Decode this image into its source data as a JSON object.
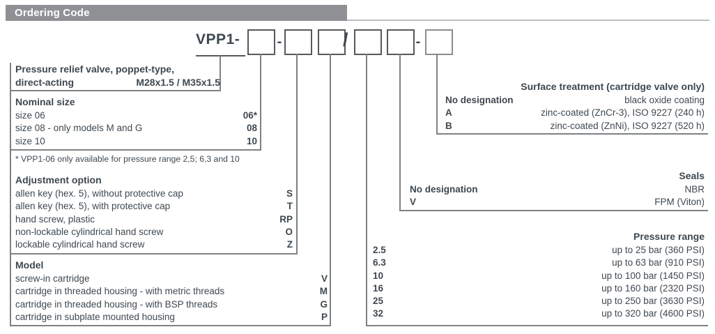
{
  "header": {
    "title": "Ordering Code"
  },
  "code_line": {
    "prefix": "VPP1-",
    "sep_after_box1": "-",
    "slash": "/",
    "sep_after_box5": "-"
  },
  "product": {
    "title_line1": "Pressure relief valve, poppet-type,",
    "title_line2_left": "direct-acting",
    "title_line2_right": "M28x1.5 / M35x1.5"
  },
  "nominal_size": {
    "title": "Nominal size",
    "rows": [
      {
        "label": "size 06",
        "code": "06*"
      },
      {
        "label": "size 08 - only models M and G",
        "code": "08"
      },
      {
        "label": "size 10",
        "code": "10"
      }
    ],
    "footnote": "* VPP1-06 only available for pressure range 2,5; 6,3 and 10"
  },
  "adjustment_option": {
    "title": "Adjustment option",
    "rows": [
      {
        "label": "allen key (hex. 5), without protective cap",
        "code": "S"
      },
      {
        "label": "allen key (hex. 5), with protective cap",
        "code": "T"
      },
      {
        "label": "hand screw, plastic",
        "code": "RP"
      },
      {
        "label": "non-lockable cylindrical hand screw",
        "code": "O"
      },
      {
        "label": "lockable cylindrical hand screw",
        "code": "Z"
      }
    ]
  },
  "model": {
    "title": "Model",
    "rows": [
      {
        "label": "screw-in cartridge",
        "code": "V"
      },
      {
        "label": "cartridge in threaded housing - with metric threads",
        "code": "M"
      },
      {
        "label": "cartridge in threaded housing - with BSP threads",
        "code": "G"
      },
      {
        "label": "cartridge in subplate mounted housing",
        "code": "P"
      }
    ]
  },
  "surface_treatment": {
    "title": "Surface treatment (cartridge valve only)",
    "rows": [
      {
        "code": "No designation",
        "label": "black oxide coating"
      },
      {
        "code": "A",
        "label": "zinc-coated (ZnCr-3), ISO 9227 (240 h)"
      },
      {
        "code": "B",
        "label": "zinc-coated (ZnNi), ISO 9227 (520 h)"
      }
    ]
  },
  "seals": {
    "title": "Seals",
    "rows": [
      {
        "code": "No designation",
        "label": "NBR"
      },
      {
        "code": "V",
        "label": "FPM (Viton)"
      }
    ]
  },
  "pressure_range": {
    "title": "Pressure range",
    "rows": [
      {
        "code": "2.5",
        "label": "up to 25 bar (360 PSI)"
      },
      {
        "code": "6.3",
        "label": "up to 63 bar (910 PSI)"
      },
      {
        "code": "10",
        "label": "up to 100 bar (1450 PSI)"
      },
      {
        "code": "16",
        "label": "up to 160 bar (2320 PSI)"
      },
      {
        "code": "25",
        "label": "up to 250 bar (3630 PSI)"
      },
      {
        "code": "32",
        "label": "up to 320 bar (4600 PSI)"
      }
    ]
  },
  "colors": {
    "header_bar": "#8F9194",
    "text": "#3E4850",
    "line": "#7E8184",
    "box_border": "#55585C",
    "box6_border": "#8A8D90"
  }
}
